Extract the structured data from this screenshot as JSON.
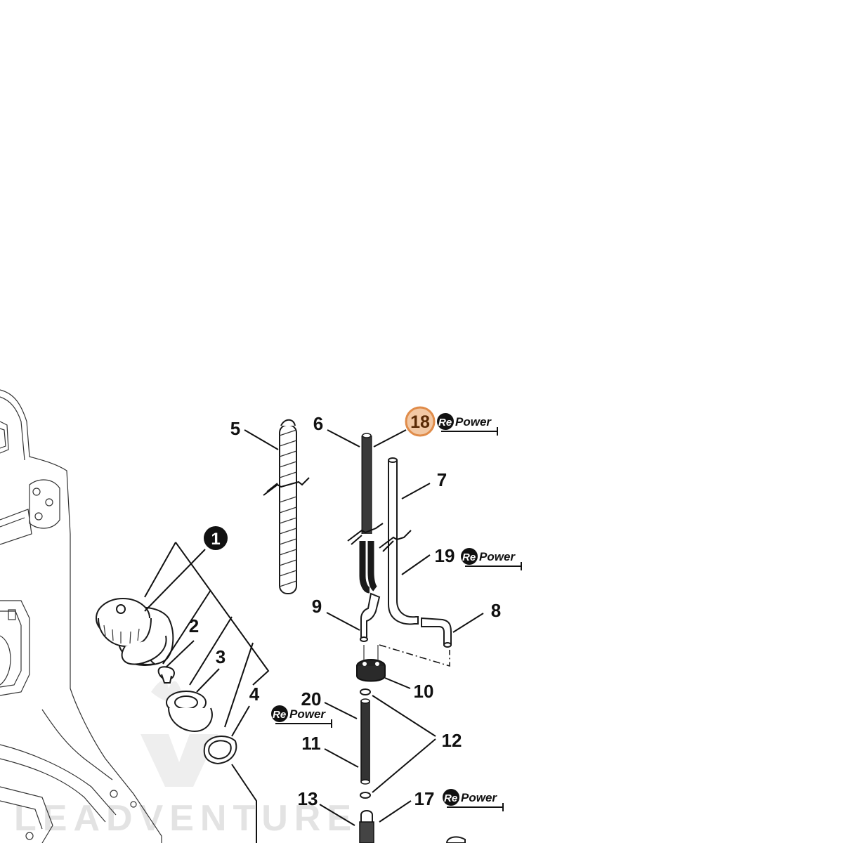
{
  "callouts": {
    "c1": "1",
    "c2": "2",
    "c3": "3",
    "c4": "4",
    "c5": "5",
    "c6": "6",
    "c7": "7",
    "c8": "8",
    "c9": "9",
    "c10": "10",
    "c11": "11",
    "c12": "12",
    "c13": "13",
    "c17": "17",
    "c18": "18",
    "c19": "19",
    "c20": "20"
  },
  "badges": {
    "re": "Re",
    "power": "Power"
  },
  "watermark": "LEADVENTURE",
  "colors": {
    "highlight_fill": "#f2c8a4",
    "highlight_stroke": "#e08c4a",
    "ink": "#111111",
    "watermark": "#e3e3e3"
  }
}
